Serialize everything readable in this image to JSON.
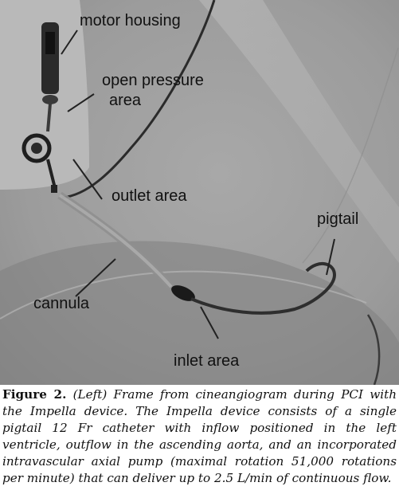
{
  "figure": {
    "labels": {
      "motor_housing": "motor housing",
      "open_pressure_line1": "open pressure",
      "open_pressure_line2": "area",
      "outlet_area": "outlet area",
      "pigtail": "pigtail",
      "cannula": "cannula",
      "inlet_area": "inlet area"
    }
  },
  "caption": {
    "label": "Figure 2.",
    "text": "(Left) Frame from cineangiogram during PCI with the Impella device. The Impella device consists of a single pigtail 12 Fr catheter with inflow positioned in the left ventricle, outflow in the ascending aorta, and an incorporated intravascular axial pump (maximal rotation 51,000 rotations per minute) that can deliver up to 2.5 L/min of continuous flow."
  }
}
